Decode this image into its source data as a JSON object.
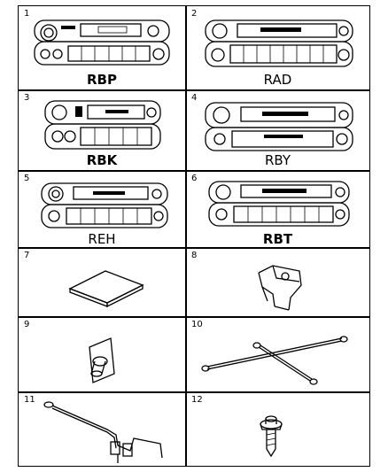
{
  "items": [
    {
      "number": "1",
      "code": "RBP"
    },
    {
      "number": "2",
      "code": "RAD"
    },
    {
      "number": "3",
      "code": "RBK"
    },
    {
      "number": "4",
      "code": "RBY"
    },
    {
      "number": "5",
      "code": "REH"
    },
    {
      "number": "6",
      "code": "RBT"
    },
    {
      "number": "7"
    },
    {
      "number": "8"
    },
    {
      "number": "9"
    },
    {
      "number": "10"
    },
    {
      "number": "11"
    },
    {
      "number": "12"
    }
  ]
}
